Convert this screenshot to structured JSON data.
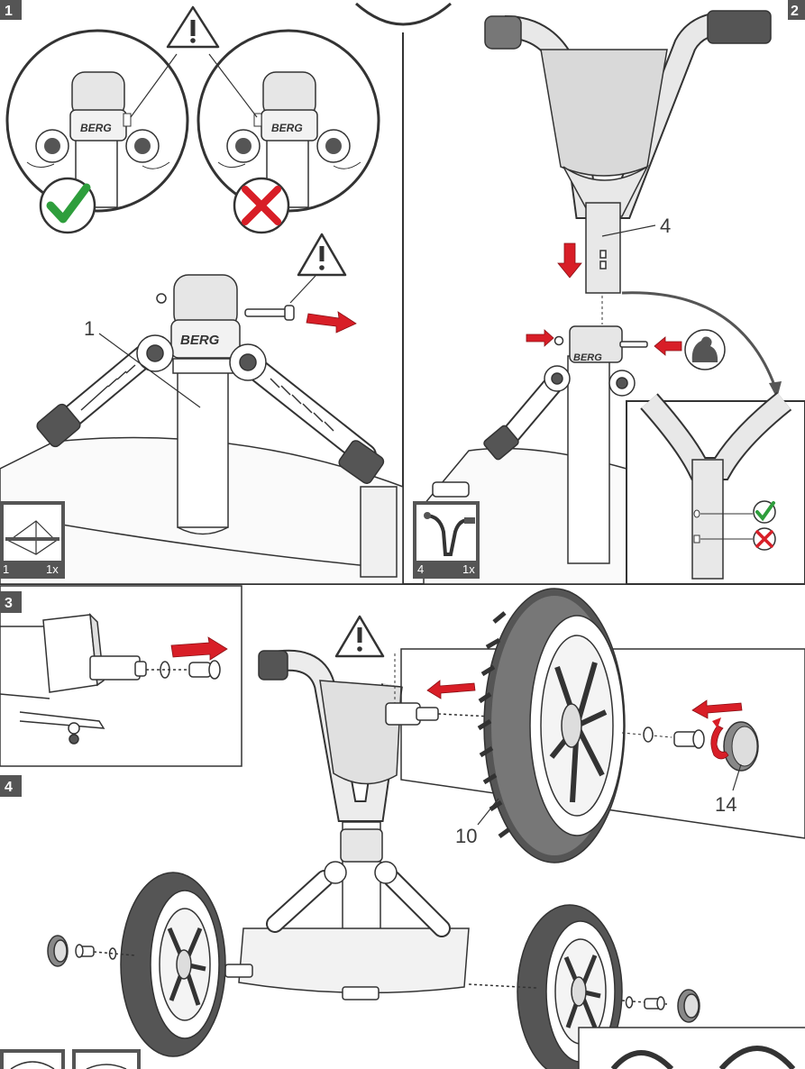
{
  "steps": [
    {
      "number": "1",
      "part_label": "1",
      "ref_part": "1",
      "ref_qty": "1x"
    },
    {
      "number": "2",
      "part_label": "4",
      "ref_part": "4",
      "ref_qty": "1x"
    },
    {
      "number": "3"
    },
    {
      "number": "4",
      "wheel_label": "10",
      "cap_label": "14"
    }
  ],
  "colors": {
    "accent_red": "#d81e27",
    "check_green": "#2e9e3c",
    "badge_bg": "#555555",
    "line": "#333333"
  },
  "icons": {
    "warning": "warning-triangle-icon",
    "correct": "check-mark-icon",
    "wrong": "cross-mark-icon",
    "strength": "flexed-arm-icon"
  }
}
